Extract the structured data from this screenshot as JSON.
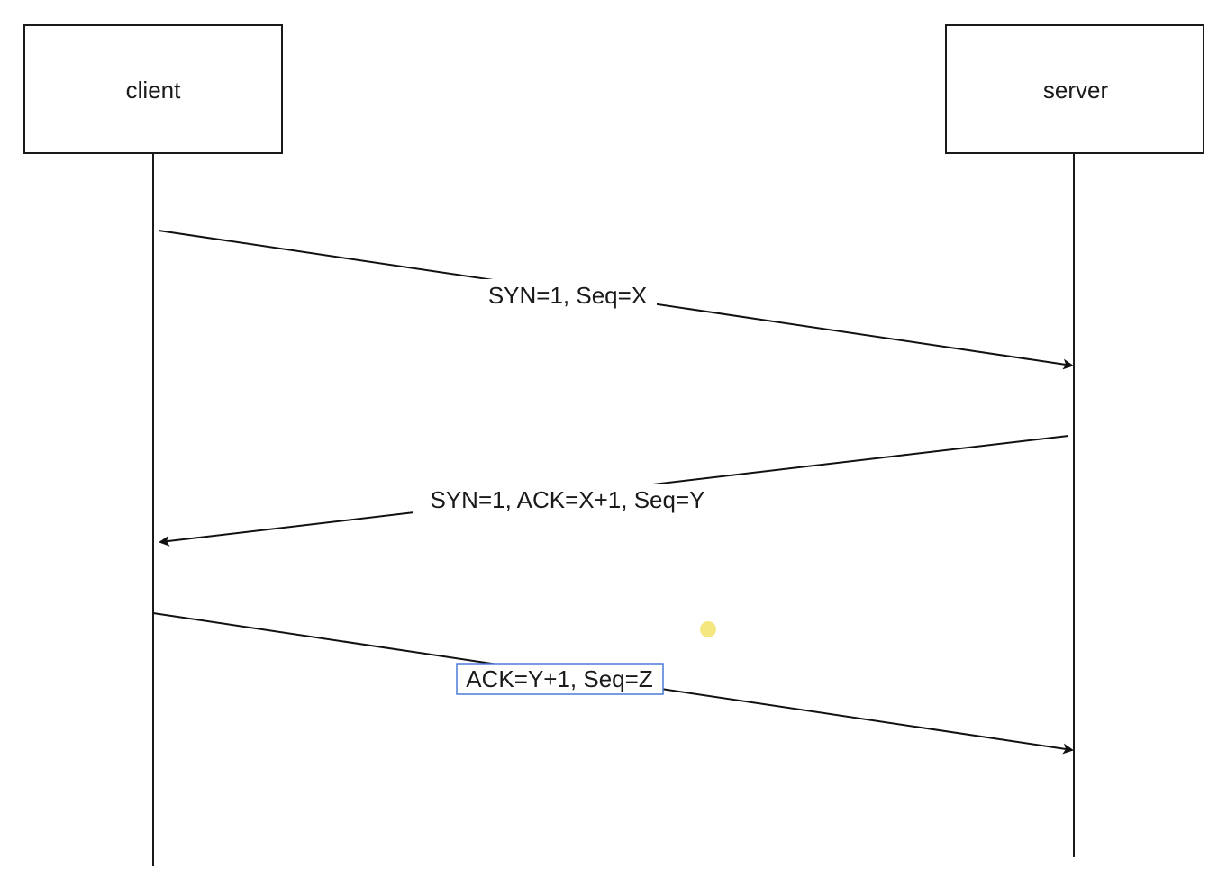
{
  "participants": {
    "client": {
      "label": "client"
    },
    "server": {
      "label": "server"
    }
  },
  "messages": [
    {
      "label": "SYN=1, Seq=X",
      "from": "client",
      "to": "server",
      "selected": false
    },
    {
      "label": "SYN=1, ACK=X+1, Seq=Y",
      "from": "server",
      "to": "client",
      "selected": false
    },
    {
      "label": "ACK=Y+1, Seq=Z",
      "from": "client",
      "to": "server",
      "selected": true
    }
  ],
  "colors": {
    "line": "#111111",
    "selection": "#4a7bd8",
    "cursor": "#f2e36a"
  },
  "icons": {
    "cursor": "pointer-highlight-dot"
  }
}
